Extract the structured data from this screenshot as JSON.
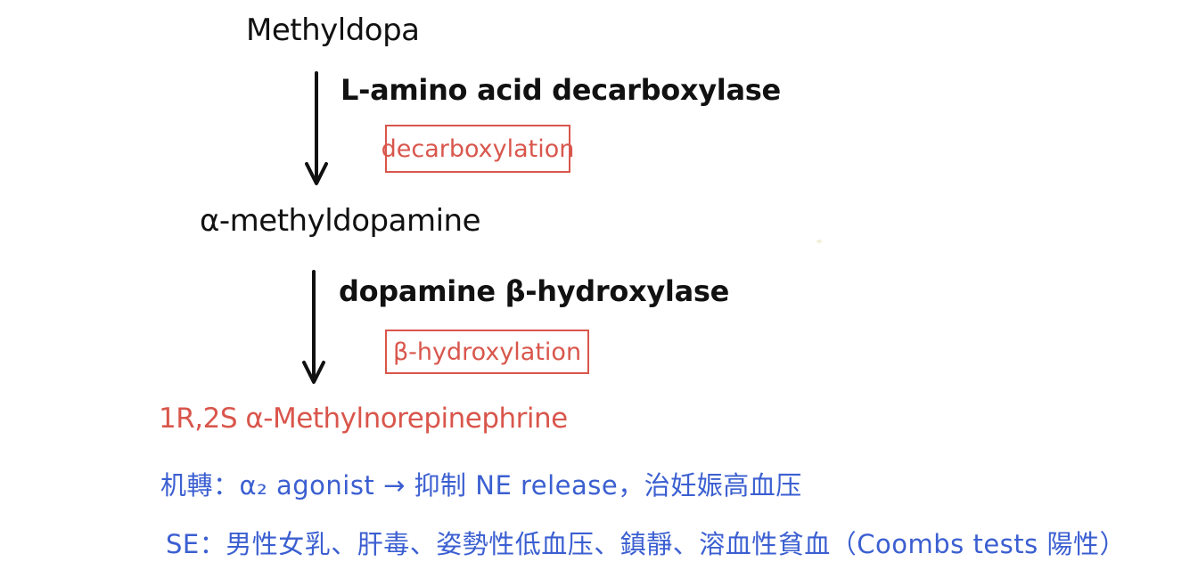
{
  "pathway": {
    "step0": "Methyldopa",
    "enzyme1": "L-amino acid decarboxylase",
    "reaction1": "decarboxylation",
    "step1": "α-methyldopamine",
    "enzyme2": "dopamine β-hydroxylase",
    "reaction2": "β-hydroxylation",
    "product": "1R,2S α-Methylnorepinephrine"
  },
  "notes": {
    "mechanism": "机轉：α₂ agonist → 抑制 NE release，治妊娠高血压",
    "side_effects": "SE：男性女乳、肝毒、姿勢性低血压、鎮靜、溶血性貧血（Coombs tests 陽性）"
  },
  "colors": {
    "text": "#111111",
    "highlight": "#d9564c",
    "notes": "#3b5fd1"
  }
}
